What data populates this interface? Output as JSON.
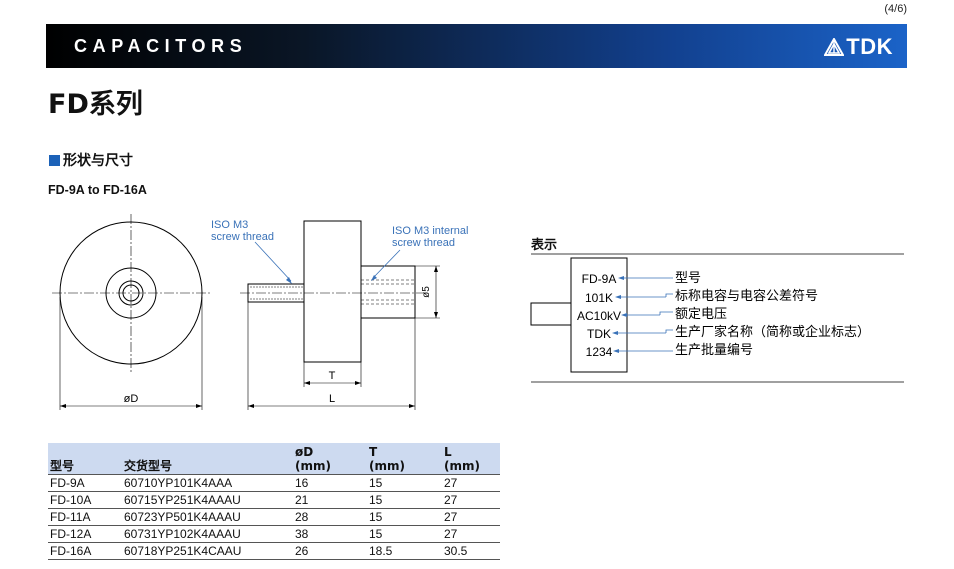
{
  "page_number": "(4/6)",
  "banner": {
    "title": "CAPACITORS",
    "brand": "TDK",
    "brand_icon": "tdk-logo-icon"
  },
  "series_title": "FD系列",
  "section": {
    "title": "形状与尺寸",
    "marker_color": "#1c62b8"
  },
  "model_range": "FD-9A to FD-16A",
  "drawing": {
    "label_screw": [
      "ISO M3",
      "screw thread"
    ],
    "label_internal": [
      "ISO M3 internal",
      "screw thread"
    ],
    "dim_d": "øD",
    "dim_t": "T",
    "dim_l": "L",
    "dim_5": "ø5",
    "callout_color": "#3a72b8"
  },
  "table": {
    "headers": [
      "型号",
      "交货型号",
      "øD\n(mm)",
      "T\n(mm)",
      "L\n(mm)"
    ],
    "rows": [
      [
        "FD-9A",
        "60710YP101K4AAA",
        "16",
        "15",
        "27"
      ],
      [
        "FD-10A",
        "60715YP251K4AAAU",
        "21",
        "15",
        "27"
      ],
      [
        "FD-11A",
        "60723YP501K4AAAU",
        "28",
        "15",
        "27"
      ],
      [
        "FD-12A",
        "60731YP102K4AAAU",
        "38",
        "15",
        "27"
      ],
      [
        "FD-16A",
        "60718YP251K4CAAU",
        "26",
        "18.5",
        "30.5"
      ]
    ],
    "header_color": "#cddaf0"
  },
  "marking": {
    "title": "表示",
    "lines": [
      "FD-9A",
      "101K",
      "AC10kV",
      "TDK",
      "1234"
    ],
    "meanings": [
      "型号",
      "标称电容与电容公差符号",
      "额定电压",
      "生产厂家名称（简称或企业标志）",
      "生产批量编号"
    ]
  }
}
